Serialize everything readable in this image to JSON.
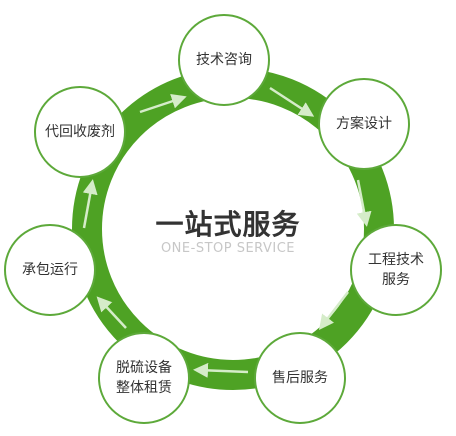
{
  "center": {
    "title": "一站式服务",
    "subtitle": "ONE-STOP SERVICE"
  },
  "nodes": [
    {
      "label": "技术咨询"
    },
    {
      "label": "方案设计"
    },
    {
      "label": "工程技术\n服务"
    },
    {
      "label": "售后服务"
    },
    {
      "label": "脱硫设备\n整体租赁"
    },
    {
      "label": "承包运行"
    },
    {
      "label": "代回收废剂"
    }
  ],
  "colors": {
    "ring": "#4ea224",
    "node_border": "#5da93a",
    "arrow": "#d5ecc9",
    "title": "#333333",
    "subtitle": "#c7c7c7"
  }
}
